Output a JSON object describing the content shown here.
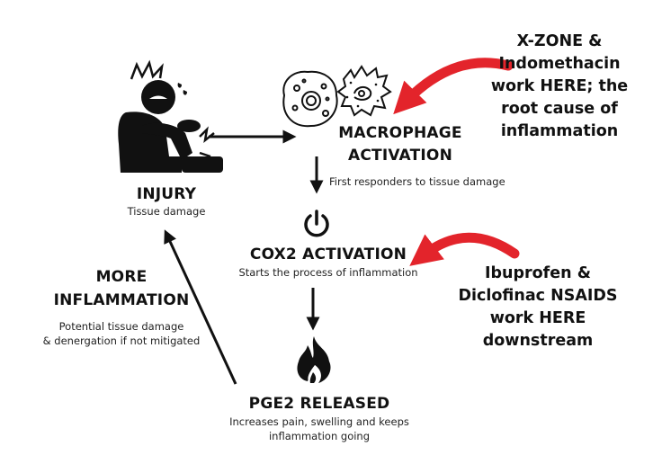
{
  "injury": {
    "title": "INJURY",
    "subtitle": "Tissue damage"
  },
  "macrophage": {
    "title_line1": "MACROPHAGE",
    "title_line2": "ACTIVATION",
    "subtitle": "First responders to tissue damage"
  },
  "cox2": {
    "title": "COX2 ACTIVATION",
    "subtitle": "Starts the process of inflammation"
  },
  "pge2": {
    "title": "PGE2 RELEASED",
    "subtitle_line1": "Increases pain, swelling and keeps",
    "subtitle_line2": "inflammation going"
  },
  "more_inflammation": {
    "title_line1": "MORE",
    "title_line2": "INFLAMMATION",
    "subtitle_line1": "Potential tissue damage",
    "subtitle_line2": "& denergation if not mitigated"
  },
  "callout_top": {
    "lines": [
      "X-ZONE &",
      "Indomethacin",
      "work HERE; the",
      "root cause of",
      "inflammation"
    ]
  },
  "callout_bottom": {
    "lines": [
      "Ibuprofen &",
      "Diclofinac NSAIDS",
      "work HERE",
      "downstream"
    ]
  },
  "colors": {
    "arrow_red": "#e3242b",
    "ink": "#111111"
  },
  "icons": [
    "injured-person-icon",
    "macrophage-cells-icon",
    "power-icon",
    "fire-icon"
  ]
}
